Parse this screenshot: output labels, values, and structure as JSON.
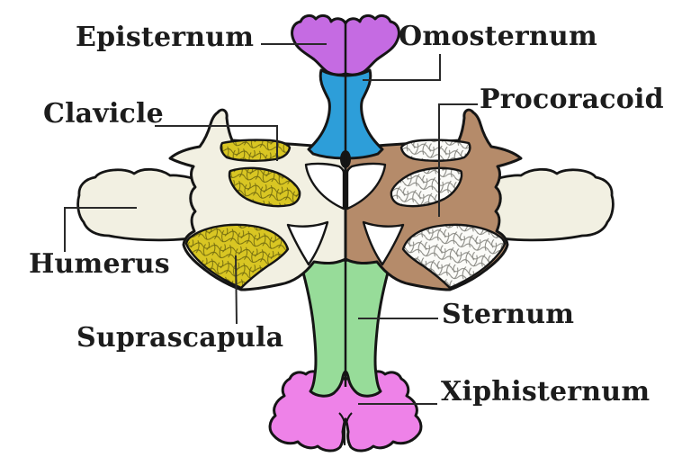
{
  "diagram": {
    "labels": {
      "episternum": "Episternum",
      "omosternum": "Omosternum",
      "procoracoid": "Procoracoid",
      "clavicle": "Clavicle",
      "humerus": "Humerus",
      "suprascapula": "Suprascapula",
      "sternum": "Sternum",
      "xiphisternum": "Xiphisternum"
    },
    "colors": {
      "episternum": "#c56be2",
      "omosternum": "#2d9ed9",
      "highlight_yellow": "#d9c623",
      "procoracoid_brown": "#b58b6a",
      "sternum_green": "#97dc99",
      "xiphisternum_pink": "#ee82e8",
      "bone_cream": "#f2f0e2",
      "fenestra_white": "#ffffff",
      "outline": "#151515",
      "connector": "#2a2a2a",
      "label_text": "#1c1c1c"
    }
  }
}
